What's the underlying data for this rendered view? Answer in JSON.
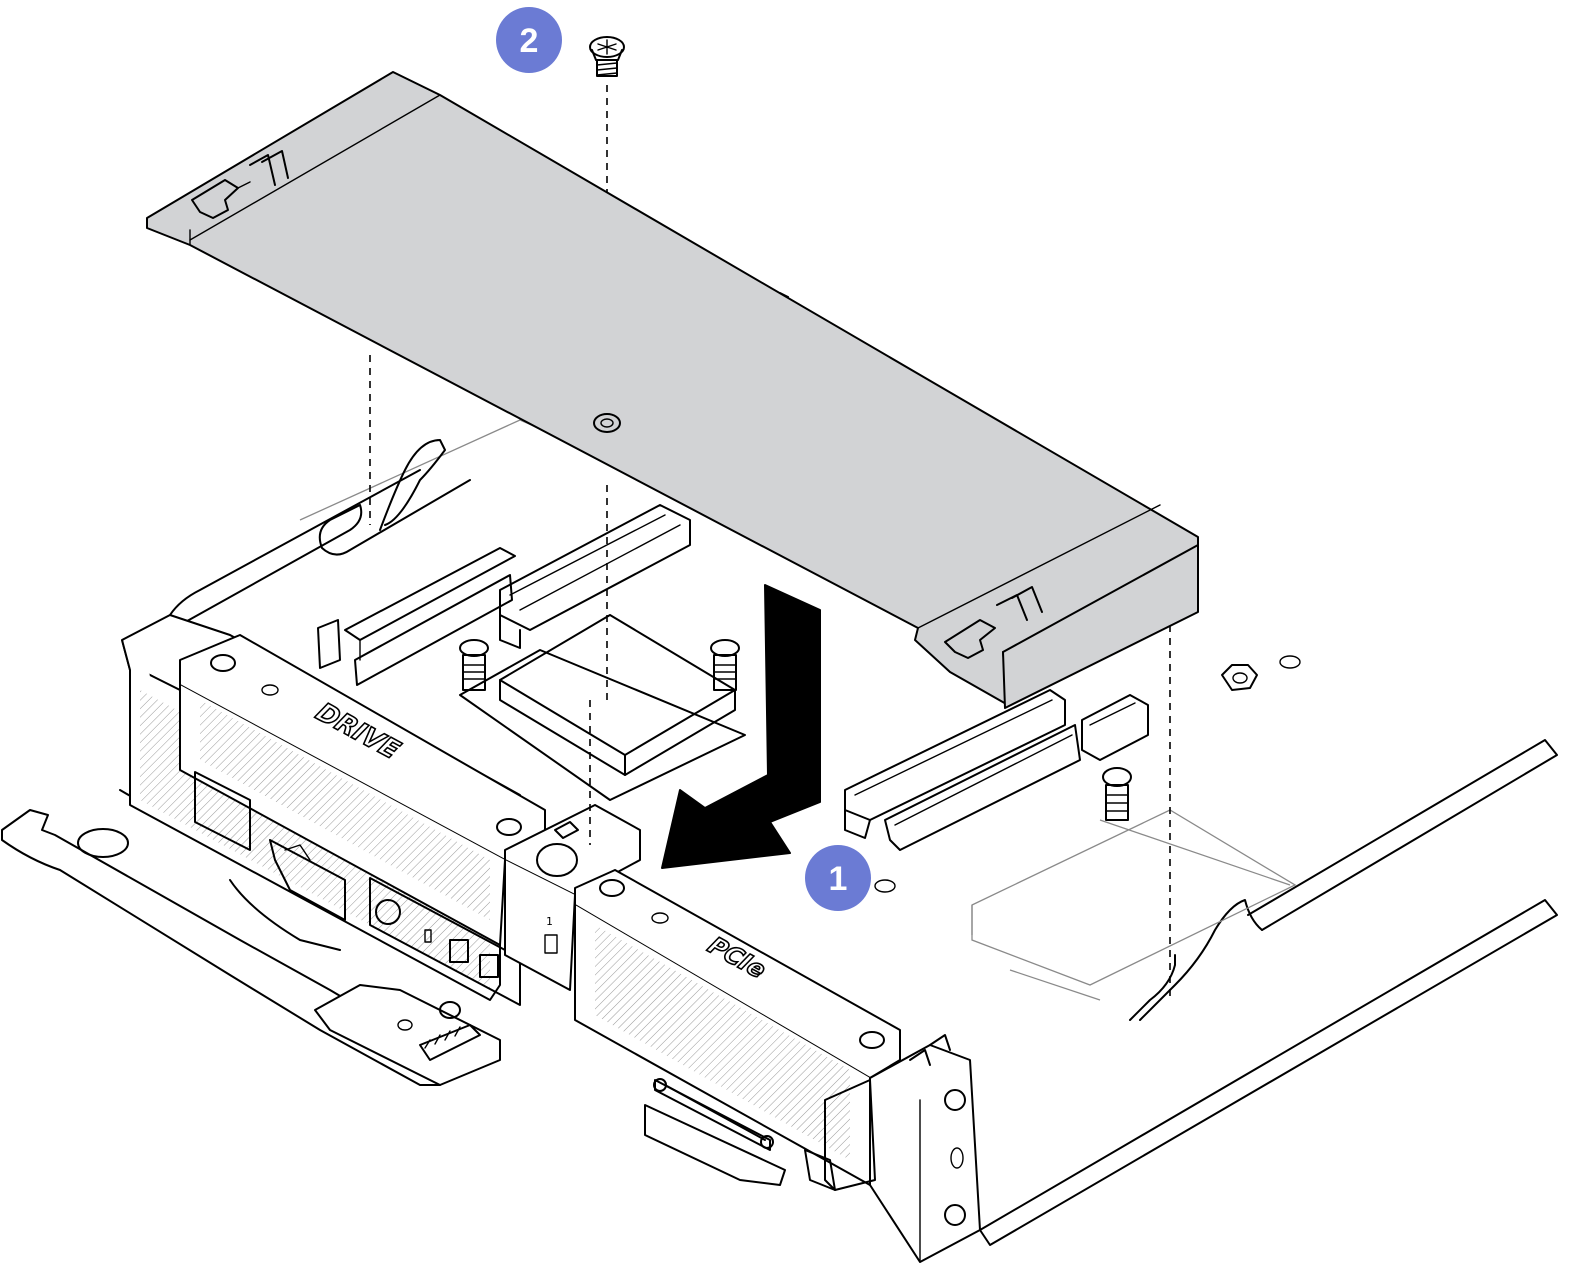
{
  "colors": {
    "callout_fill": "#6b7bd4",
    "shield_fill": "#d2d3d5",
    "line": "#000000",
    "background": "#ffffff"
  },
  "callouts": [
    {
      "number": "2",
      "meaning": ""
    },
    {
      "number": "1",
      "meaning": ""
    }
  ],
  "labels": {
    "drive": "DRIVE",
    "pcie": "PCIe",
    "slot_number": "1"
  },
  "icons": {
    "screw": "screw-icon",
    "arrow": "down-then-forward-arrow-icon"
  }
}
